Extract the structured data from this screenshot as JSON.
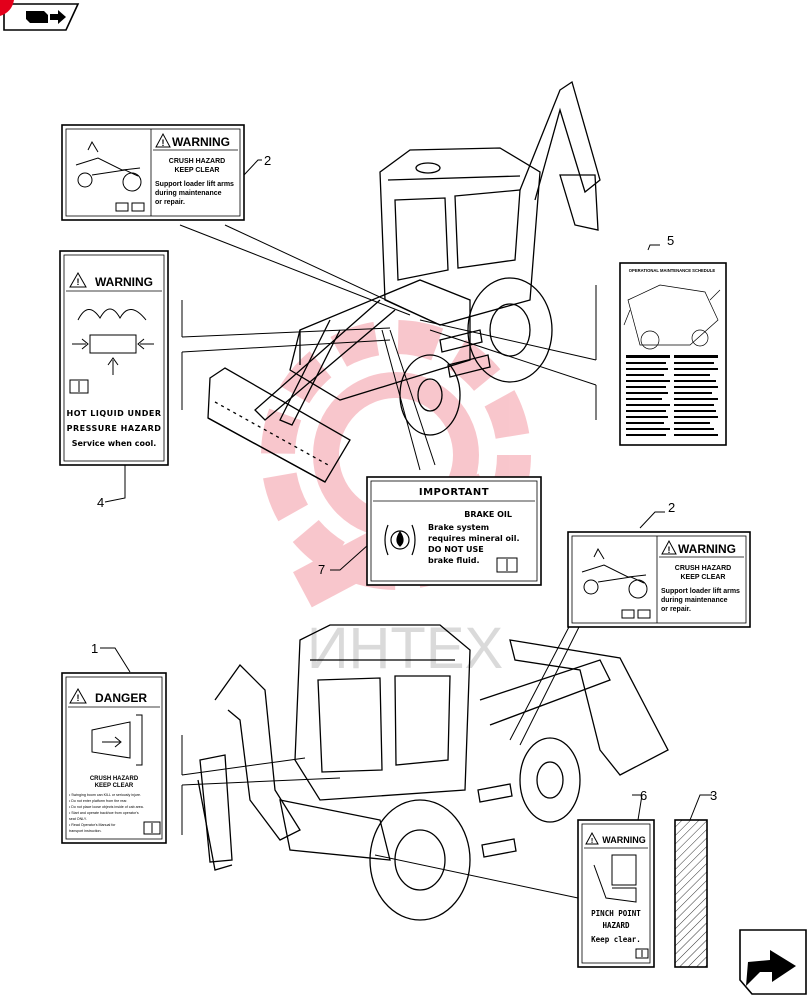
{
  "header": {
    "nav_icon": "book-arrow-icon",
    "corner_badge_color": "#e3001b"
  },
  "footer": {
    "nav_icon": "next-page-arrow-icon"
  },
  "watermark": {
    "text": "ИНТЕХ",
    "color": "#e3001b"
  },
  "callouts": {
    "c1": "1",
    "c2a": "2",
    "c2b": "2",
    "c3": "3",
    "c4": "4",
    "c5": "5",
    "c6": "6",
    "c7": "7"
  },
  "decals": {
    "crush_upper": {
      "header": "WARNING",
      "line1": "CRUSH HAZARD",
      "line2": "KEEP CLEAR",
      "body1": "Support loader lift arms",
      "body2": "during maintenance",
      "body3": "or repair."
    },
    "crush_lower": {
      "header": "WARNING",
      "line1": "CRUSH HAZARD",
      "line2": "KEEP CLEAR",
      "body1": "Support loader lift arms",
      "body2": "during maintenance",
      "body3": "or repair."
    },
    "hot_liquid": {
      "header": "WARNING",
      "line1": "HOT LIQUID UNDER",
      "line2": "PRESSURE HAZARD",
      "line3": "Service when cool."
    },
    "maintenance": {
      "title": "OPERATIONAL MAINTENANCE SCHEDULE"
    },
    "brake_oil": {
      "header": "IMPORTANT",
      "line1": "BRAKE OIL",
      "line2": "Brake system",
      "line3": "requires mineral oil.",
      "line4": "DO NOT USE",
      "line5": "brake fluid."
    },
    "danger": {
      "header": "DANGER",
      "line1": "CRUSH HAZARD",
      "line2": "KEEP CLEAR",
      "b1": "• Swinging boom can KILL or seriously injure.",
      "b2": "• Do not enter platform from the rear.",
      "b3": "• Do not place loose objects inside of cab area.",
      "b4": "• Start and operate backhoe from operator's",
      "b5": "  seat ONLY.",
      "b6": "• Read Operator's Manual for",
      "b7": "  transport instruction."
    },
    "pinch": {
      "header": "WARNING",
      "line1": "PINCH POINT",
      "line2": "HAZARD",
      "line3": "Keep clear."
    }
  }
}
